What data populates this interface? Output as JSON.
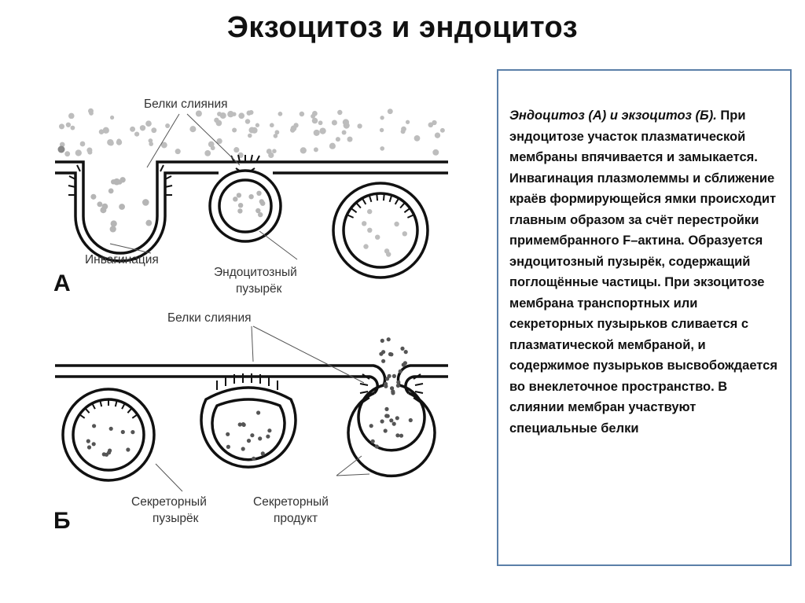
{
  "title": "Экзоцитоз и эндоцитоз",
  "diagram": {
    "panel_a": {
      "letter": "А",
      "label_fusion_proteins": "Белки слияния",
      "label_invagination": "Инвагинация",
      "label_endocytic_vesicle_line1": "Эндоцитозный",
      "label_endocytic_vesicle_line2": "пузырёк"
    },
    "panel_b": {
      "letter": "Б",
      "label_fusion_proteins": "Белки слияния",
      "label_secretory_vesicle_line1": "Секреторный",
      "label_secretory_vesicle_line2": "пузырёк",
      "label_secretory_product_line1": "Секреторный",
      "label_secretory_product_line2": "продукт"
    }
  },
  "text_box": {
    "heading": "Эндоцитоз (А) и экзоцитоз (Б).",
    "body": "При эндоцитозе участок плазматической мембраны впячивается и замыкается. Инвагинация плазмолеммы и сближение краёв формирующейся ямки происходит главным образом за счёт перестройки примембранного F–актина. Образуется эндоцитозный пузырёк, содержащий поглощённые частицы. При экзоцитозе мембрана транспортных или секреторных пузырьков сливается с плазматической мембраной, и содержимое пузырьков высвобождается во внеклеточное пространство. В слиянии мембран участвуют специальные белки"
  },
  "colors": {
    "box_border": "#5b7fa8",
    "line": "#111111",
    "particle": "#8a8a8a"
  }
}
